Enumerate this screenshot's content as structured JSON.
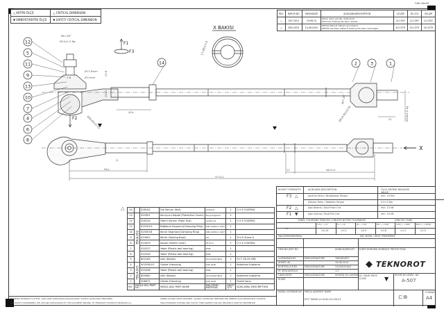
{
  "form_code": "F461-Rev00",
  "legend": {
    "critical_tr": "KRİTİK ÖLÇÜ",
    "critical_en": "CRITICAL DIMENSION",
    "safety_tr": "EMNİYET/KRİTİK ÖLÇÜ",
    "safety_en": "SAFETY CRITICAL DIMENSION"
  },
  "revisions": {
    "headers": [
      "REV",
      "RAPOR NO",
      "TARİH/DATE",
      "AÇIKLAMA/DESCRIPTION",
      "ÇZ./DR",
      "DC./CH",
      "ON./AP"
    ],
    "rows": [
      {
        "report": "447-2014",
        "date": "19.08.14",
        "desc1": "Teknik resim yeniden düzenlendi.",
        "desc2": "Technical drawing has been revised.",
        "dr": "14-1397",
        "ch": "14-1397",
        "ap": "14-1397"
      },
      {
        "report": "830-2020",
        "date": "14.08.2020",
        "desc1": "028142 Eklendi T.Resim güncellendi.",
        "desc2": "028142 has been added T.drawing has been rearranged.",
        "dr": "20-1379",
        "ch": "20-1379",
        "ap": "20-1379"
      }
    ]
  },
  "drawing": {
    "view_label": "X BAKISI",
    "x_arrow": "X",
    "forces": {
      "f1": "F1",
      "f2": "F2",
      "f3": "F3"
    },
    "dims": {
      "angle_left": "Min.36°",
      "thread_left": "M12x1.5 6g",
      "h1": "23.8",
      "h2": "35±1",
      "d1": "Ø17.8mm",
      "d2": "Ø17mm",
      "taper": "1:6",
      "len40": "40±",
      "across": "17.45/17.4",
      "angle_right": "Min.36°",
      "thread_right": "M16x1.5 6g",
      "len21": "21",
      "len94": "94±",
      "len12": "12",
      "len96": "96.5±1",
      "len371": "371±1",
      "mark_l": "L",
      "sr_left": "SR9.85±0.02",
      "sr_right": "SR14.85±0.05"
    },
    "balloons_left": [
      "12",
      "5",
      "11",
      "9",
      "13",
      "10",
      "7",
      "4",
      "6",
      "8"
    ],
    "balloon_nut": "14",
    "balloons_right": [
      "2",
      "3",
      "1"
    ]
  },
  "parts": {
    "headers": {
      "no": "NO",
      "part_no": "PARÇA NO/ PART NO",
      "name": "PARÇA ADI/ PART NAME",
      "material": "MALZEME/ MATERIAL",
      "qty": "ADET/ QTY",
      "desc": "AÇIKLAMA/ DESCRIPTION"
    },
    "group_a": "TEK-A-502",
    "group_b": "TEK-A-503",
    "rows": [
      {
        "no": "14",
        "pn": "028142",
        "name": "Dış Somun (Nut)",
        "mat": "CLASS 8",
        "qty": "1",
        "desc": "Cr+3 COATING"
      },
      {
        "no": "13",
        "pn": "020301",
        "name": "Koruyucu Kapak (Protective Cover)",
        "mat": "Polypropylene",
        "qty": "1",
        "desc": ""
      },
      {
        "no": "12",
        "pn": "028124",
        "name": "Fiberli Somun (Fiber Nut)",
        "mat": "CLASS 10",
        "qty": "1",
        "desc": "Cr+3 COATING"
      },
      {
        "no": "11",
        "pn": "025101G",
        "name": "Bağlama Segmanı(Clamping Ring)",
        "mat": "DIN 10250-1 Ck67",
        "qty": "1",
        "desc": ""
      },
      {
        "no": "10",
        "pn": "025301B",
        "name": "Kenar Segmanı(Clamping Ring)",
        "mat": "DIN 10250-1 Ck67",
        "qty": "1",
        "desc": ""
      },
      {
        "no": "9",
        "pn": "024002",
        "name": "Körük (Sealing Boot)",
        "mat": "CR",
        "qty": "1",
        "desc": "52±5 Shore A"
      },
      {
        "no": "8",
        "pn": "023029",
        "name": "Kapak (Sheet Cover)",
        "mat": "ST-37-2",
        "qty": "1",
        "desc": "Cr+3 COATING"
      },
      {
        "no": "7",
        "pn": "020227",
        "name": "Yatak (Plastic ball bearing)",
        "mat": "POM",
        "qty": "1",
        "desc": ""
      },
      {
        "no": "6",
        "pn": "020226",
        "name": "Yatak (Plastic ball bearing)",
        "mat": "POM",
        "qty": "1",
        "desc": ""
      },
      {
        "no": "5",
        "pn": "802183",
        "name": "Asik (Balpin)",
        "mat": "41Cr4/42CrMo4",
        "qty": "1",
        "desc": "Q+T 28-33 HRC"
      },
      {
        "no": "4",
        "pn": "002036-01",
        "name": "Gövde (Housing)",
        "mat": "SAE 1040",
        "qty": "1",
        "desc": "Kataforez Kaplama"
      },
      {
        "no": "3",
        "pn": "020258",
        "name": "Yatak (Plastic ball bearing)",
        "mat": "POM",
        "qty": "1",
        "desc": ""
      },
      {
        "no": "2",
        "pn": "800482",
        "name": "Asik (Balpin)",
        "mat": "41Cr4/42CrMo4",
        "qty": "1",
        "desc": "Kataforez Kaplama"
      },
      {
        "no": "1",
        "pn": "006672",
        "name": "Gövde (Housing)",
        "mat": "SAE 1040",
        "qty": "1",
        "desc": "Fosfat kaplı"
      }
    ]
  },
  "requirements": {
    "h_force": "KUVVET STRENGTH",
    "h_desc": "AÇIKLAMA DESCRIPTION",
    "h_value": "ÖLÇÜ DEĞERİ MEASURE VALUE",
    "rows": [
      {
        "f": "F3",
        "desc": "Ayrılma Torku / Breakaway Torque",
        "val": "min. 10 Nm"
      },
      {
        "f": "",
        "desc": "Dönme Torku / Rotation Torque",
        "val": "0.5÷5 Nm"
      },
      {
        "f": "F2",
        "desc": "Aşık Basma / Stud Push Out",
        "val": "min. 13 kN"
      },
      {
        "f": "F1",
        "desc": "Aşık Çekme / Stud Pull Out",
        "val": "min. 24 kN"
      }
    ]
  },
  "tolerance": {
    "title": "GENEL TOLERANS TABLOSU / UNLESS NOTED TOLERANCE",
    "standard": "(DIN ISO 7168)",
    "ranges": [
      "0.5<--->3",
      "3<--->6",
      "6<--->30",
      "30<--->120",
      "120<--->400",
      "400<--->1000"
    ],
    "label": "±k",
    "values": [
      "±0.15",
      "±0.2",
      "±0.5",
      "±0.8",
      "±1.2",
      "±2.0"
    ]
  },
  "title_block": {
    "material": "MALZEME/MATERIAL",
    "heat": "ISIL İŞLEM / HEAT TREATMENT",
    "ref_no": "ÖEM NO./REF NO",
    "weight": "AĞIRLIK/WEIGHT",
    "surface": "YÜZEY KORUMA /SURFACE PROTECTION",
    "drawn": "ÇİZEN/DWG.BY",
    "sign": "İMZA/SIGNATURE",
    "date_label": "TARİH/DATE",
    "drawn_name": "AHMET AK",
    "date": "19.08.2014",
    "checked": "KONTROL/CR.BY",
    "scale_label": "ÖLÇEK/SCALE",
    "checker": "M. ARSLANOĞLU",
    "scale": "1:1",
    "approved": "ONAY/AP.BY",
    "assembly": "MONTAJ NO./ASSEM NO",
    "approver": "M.IŞIK",
    "prof_class": "ÜZ. SINIFI PROF. CLASS",
    "dwg_no_label": "RESİM NO./DWG. NO",
    "dwg_no": "A-507",
    "oem_label": "KANAL NO/RANK NO",
    "part_name_label": "PARÇA ADI/PART NAME",
    "part_name": "ROT TAKIMI LH AUDI A3 GOLF4",
    "format_label": "FORMAT",
    "format": "A4",
    "logo": "TEKNOROT"
  },
  "footer": {
    "tr_left": "BU RESİM TEKNOROT'A AİTTİR. YAZILI İZİN ALINMADAN ÇOĞALTILAMAZ, ÜÇÜNCÜ ŞAHISLARA VERİLEMEZ.",
    "en_left": "ALL RIGHTS CONCERNING THE USE AND APPLICATION OF THE DOCUMENT BELONG TO TEKNOROT OTOMOTİV ÜRÜNLERİ A.Ş.",
    "tr_right": "İZİNSİZ OLARAK KOPYA EDİLMESİ, ÜÇÜNCÜ ŞAHISLARA HERHANGİ BİR SEBEPLE KULLANDIRILMASI YASAKTIR.",
    "en_right": "UNAUTHORIZED COPYING AND USE BY THIRD PARTIES FOR ANY REASON IS STRICTLY PROHIBITED."
  }
}
